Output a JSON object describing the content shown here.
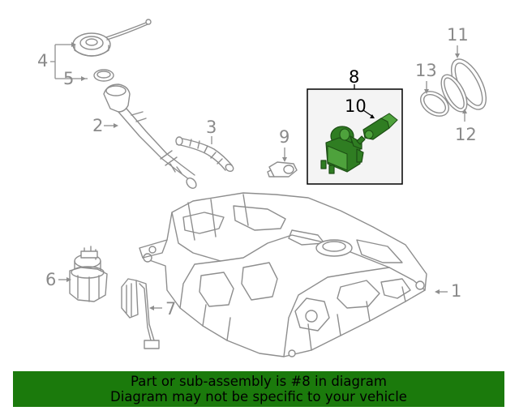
{
  "callouts": {
    "c1": "1",
    "c2": "2",
    "c3": "3",
    "c4": "4",
    "c5": "5",
    "c6": "6",
    "c7": "7",
    "c8": "8",
    "c9": "9",
    "c10": "10",
    "c11": "11",
    "c12": "12",
    "c13": "13"
  },
  "banner": {
    "line1": "Part or sub-assembly is #8 in diagram",
    "line2": "Diagram may not be specific to your vehicle"
  },
  "colors": {
    "highlight_part": "#2f7d22",
    "banner_background": "#1b7a0c",
    "line_art": "#8e8e8e"
  }
}
